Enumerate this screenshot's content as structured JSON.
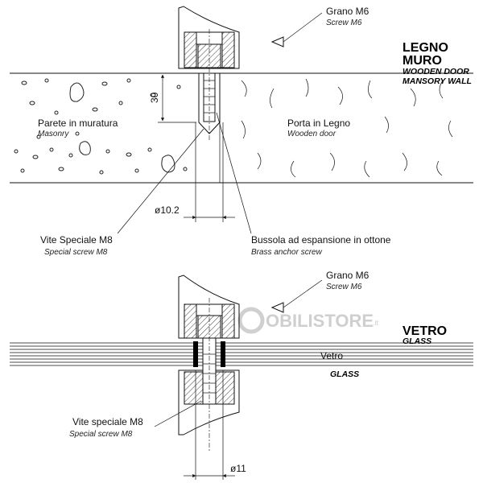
{
  "top": {
    "header_main_1": "LEGNO",
    "header_main_2": "MURO",
    "header_en_1": "WOODEN DOOR",
    "header_en_2": "MANSORY WALL",
    "grub_label": "Grano M6",
    "grub_label_en": "Screw M6",
    "masonry_label": "Parete in muratura",
    "masonry_label_en": "Masonry",
    "wood_label": "Porta in Legno",
    "wood_label_en": "Wooden door",
    "dim_depth": "30",
    "dim_diameter": "ø10.2",
    "screw_label": "Vite Speciale M8",
    "screw_label_en": "Special screw M8",
    "anchor_label": "Bussola ad espansione in ottone",
    "anchor_label_en": "Brass anchor screw"
  },
  "bottom": {
    "header_main": "VETRO",
    "header_en": "GLASS",
    "grub_label": "Grano M6",
    "grub_label_en": "Screw M6",
    "glass_label": "Vetro",
    "glass_label_en": "GLASS",
    "screw_label": "Vite speciale M8",
    "screw_label_en": "Special screw M8",
    "dim_diameter": "ø11"
  },
  "watermark": {
    "text": "OBILISTORE",
    "suffix": ".it"
  }
}
